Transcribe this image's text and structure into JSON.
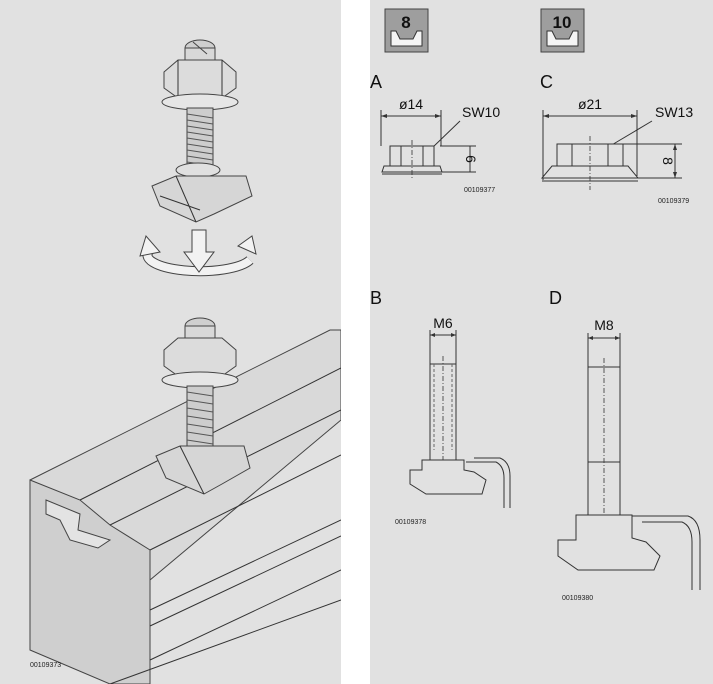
{
  "left": {
    "figure_code": "00109373"
  },
  "right": {
    "size_tags": [
      {
        "label": "8"
      },
      {
        "label": "10"
      }
    ],
    "views": {
      "A": {
        "letter": "A",
        "diameter": "ø14",
        "wrench": "SW10",
        "height": "6",
        "code": "00109377"
      },
      "C": {
        "letter": "C",
        "diameter": "ø21",
        "wrench": "SW13",
        "height": "8",
        "code": "00109379"
      },
      "B": {
        "letter": "B",
        "thread": "M6",
        "code": "00109378"
      },
      "D": {
        "letter": "D",
        "thread": "M8",
        "code": "00109380"
      }
    }
  },
  "colors": {
    "panel_bg": "#e1e1e1",
    "tag_bg": "#9e9e9e",
    "line": "#333333"
  }
}
